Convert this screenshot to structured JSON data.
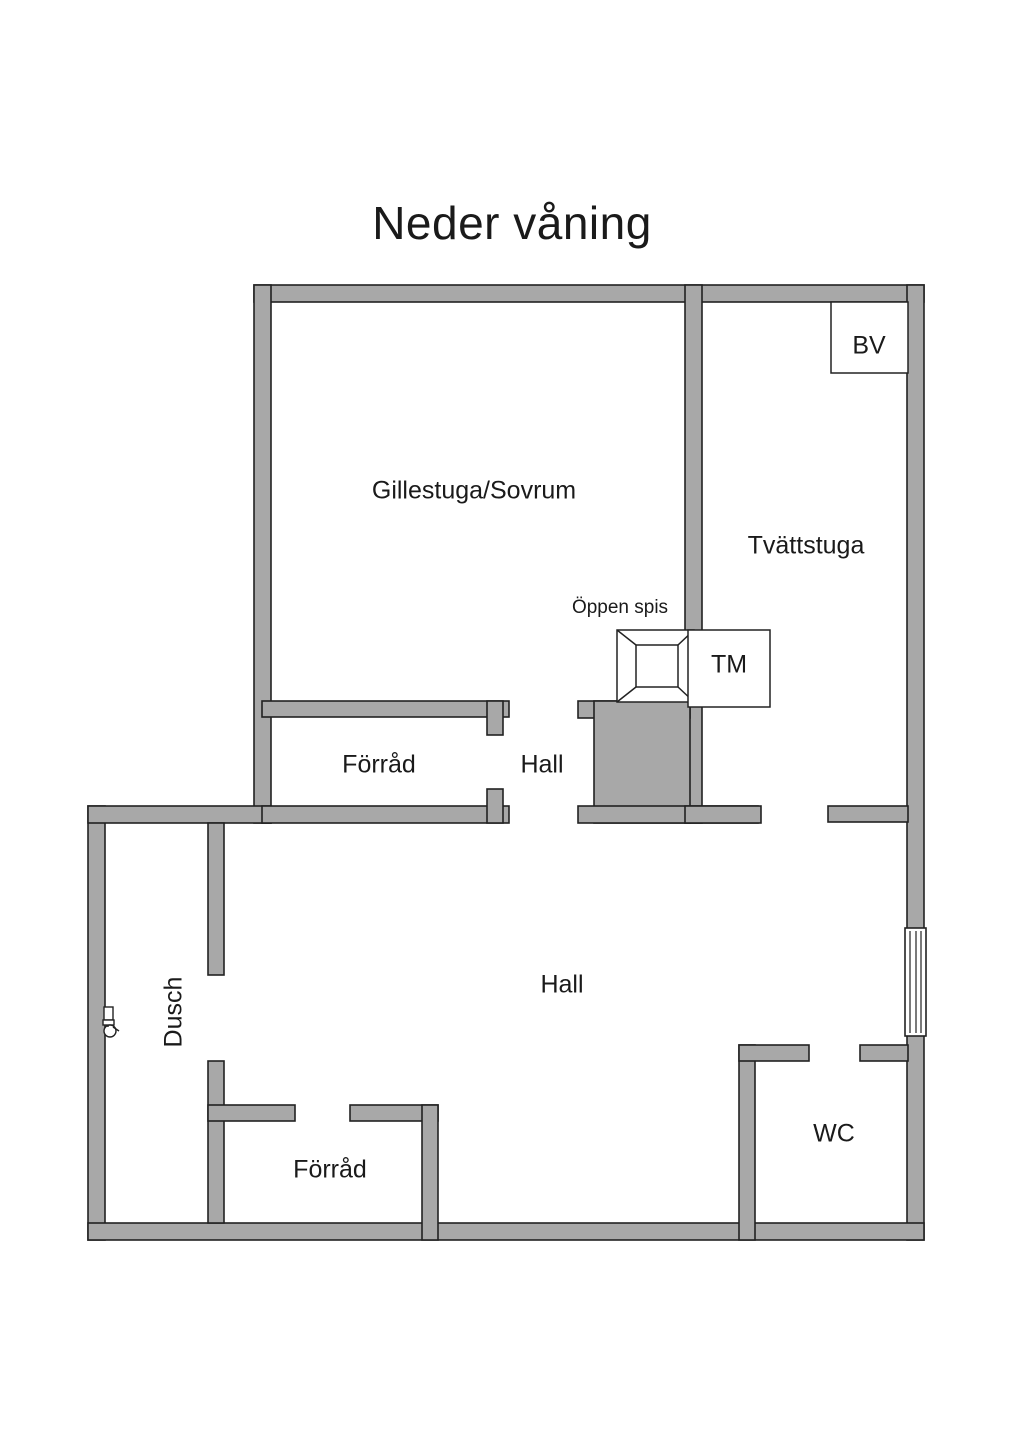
{
  "title": "Neder våning",
  "colors": {
    "wall_fill": "#a8a8a8",
    "wall_stroke": "#222222",
    "room_fill": "#ffffff",
    "text": "#1a1a1a",
    "background": "#ffffff"
  },
  "rooms": [
    {
      "label": "Gillestuga/Sovrum",
      "kind": "room"
    },
    {
      "label": "Tvättstuga",
      "kind": "room"
    },
    {
      "label": "BV",
      "kind": "fixture-box"
    },
    {
      "label": "Öppen spis",
      "kind": "annotation"
    },
    {
      "label": "TM",
      "kind": "fixture-box"
    },
    {
      "label": "Förråd",
      "kind": "room"
    },
    {
      "label": "Hall",
      "kind": "room"
    },
    {
      "label": "Dusch",
      "kind": "room",
      "orientation": "vertical"
    },
    {
      "label": "Hall",
      "kind": "room"
    },
    {
      "label": "Förråd",
      "kind": "room"
    },
    {
      "label": "WC",
      "kind": "room"
    }
  ],
  "symbols": [
    {
      "name": "fireplace",
      "label": "Öppen spis"
    },
    {
      "name": "shower-fixture",
      "label": ""
    },
    {
      "name": "window",
      "label": ""
    }
  ]
}
